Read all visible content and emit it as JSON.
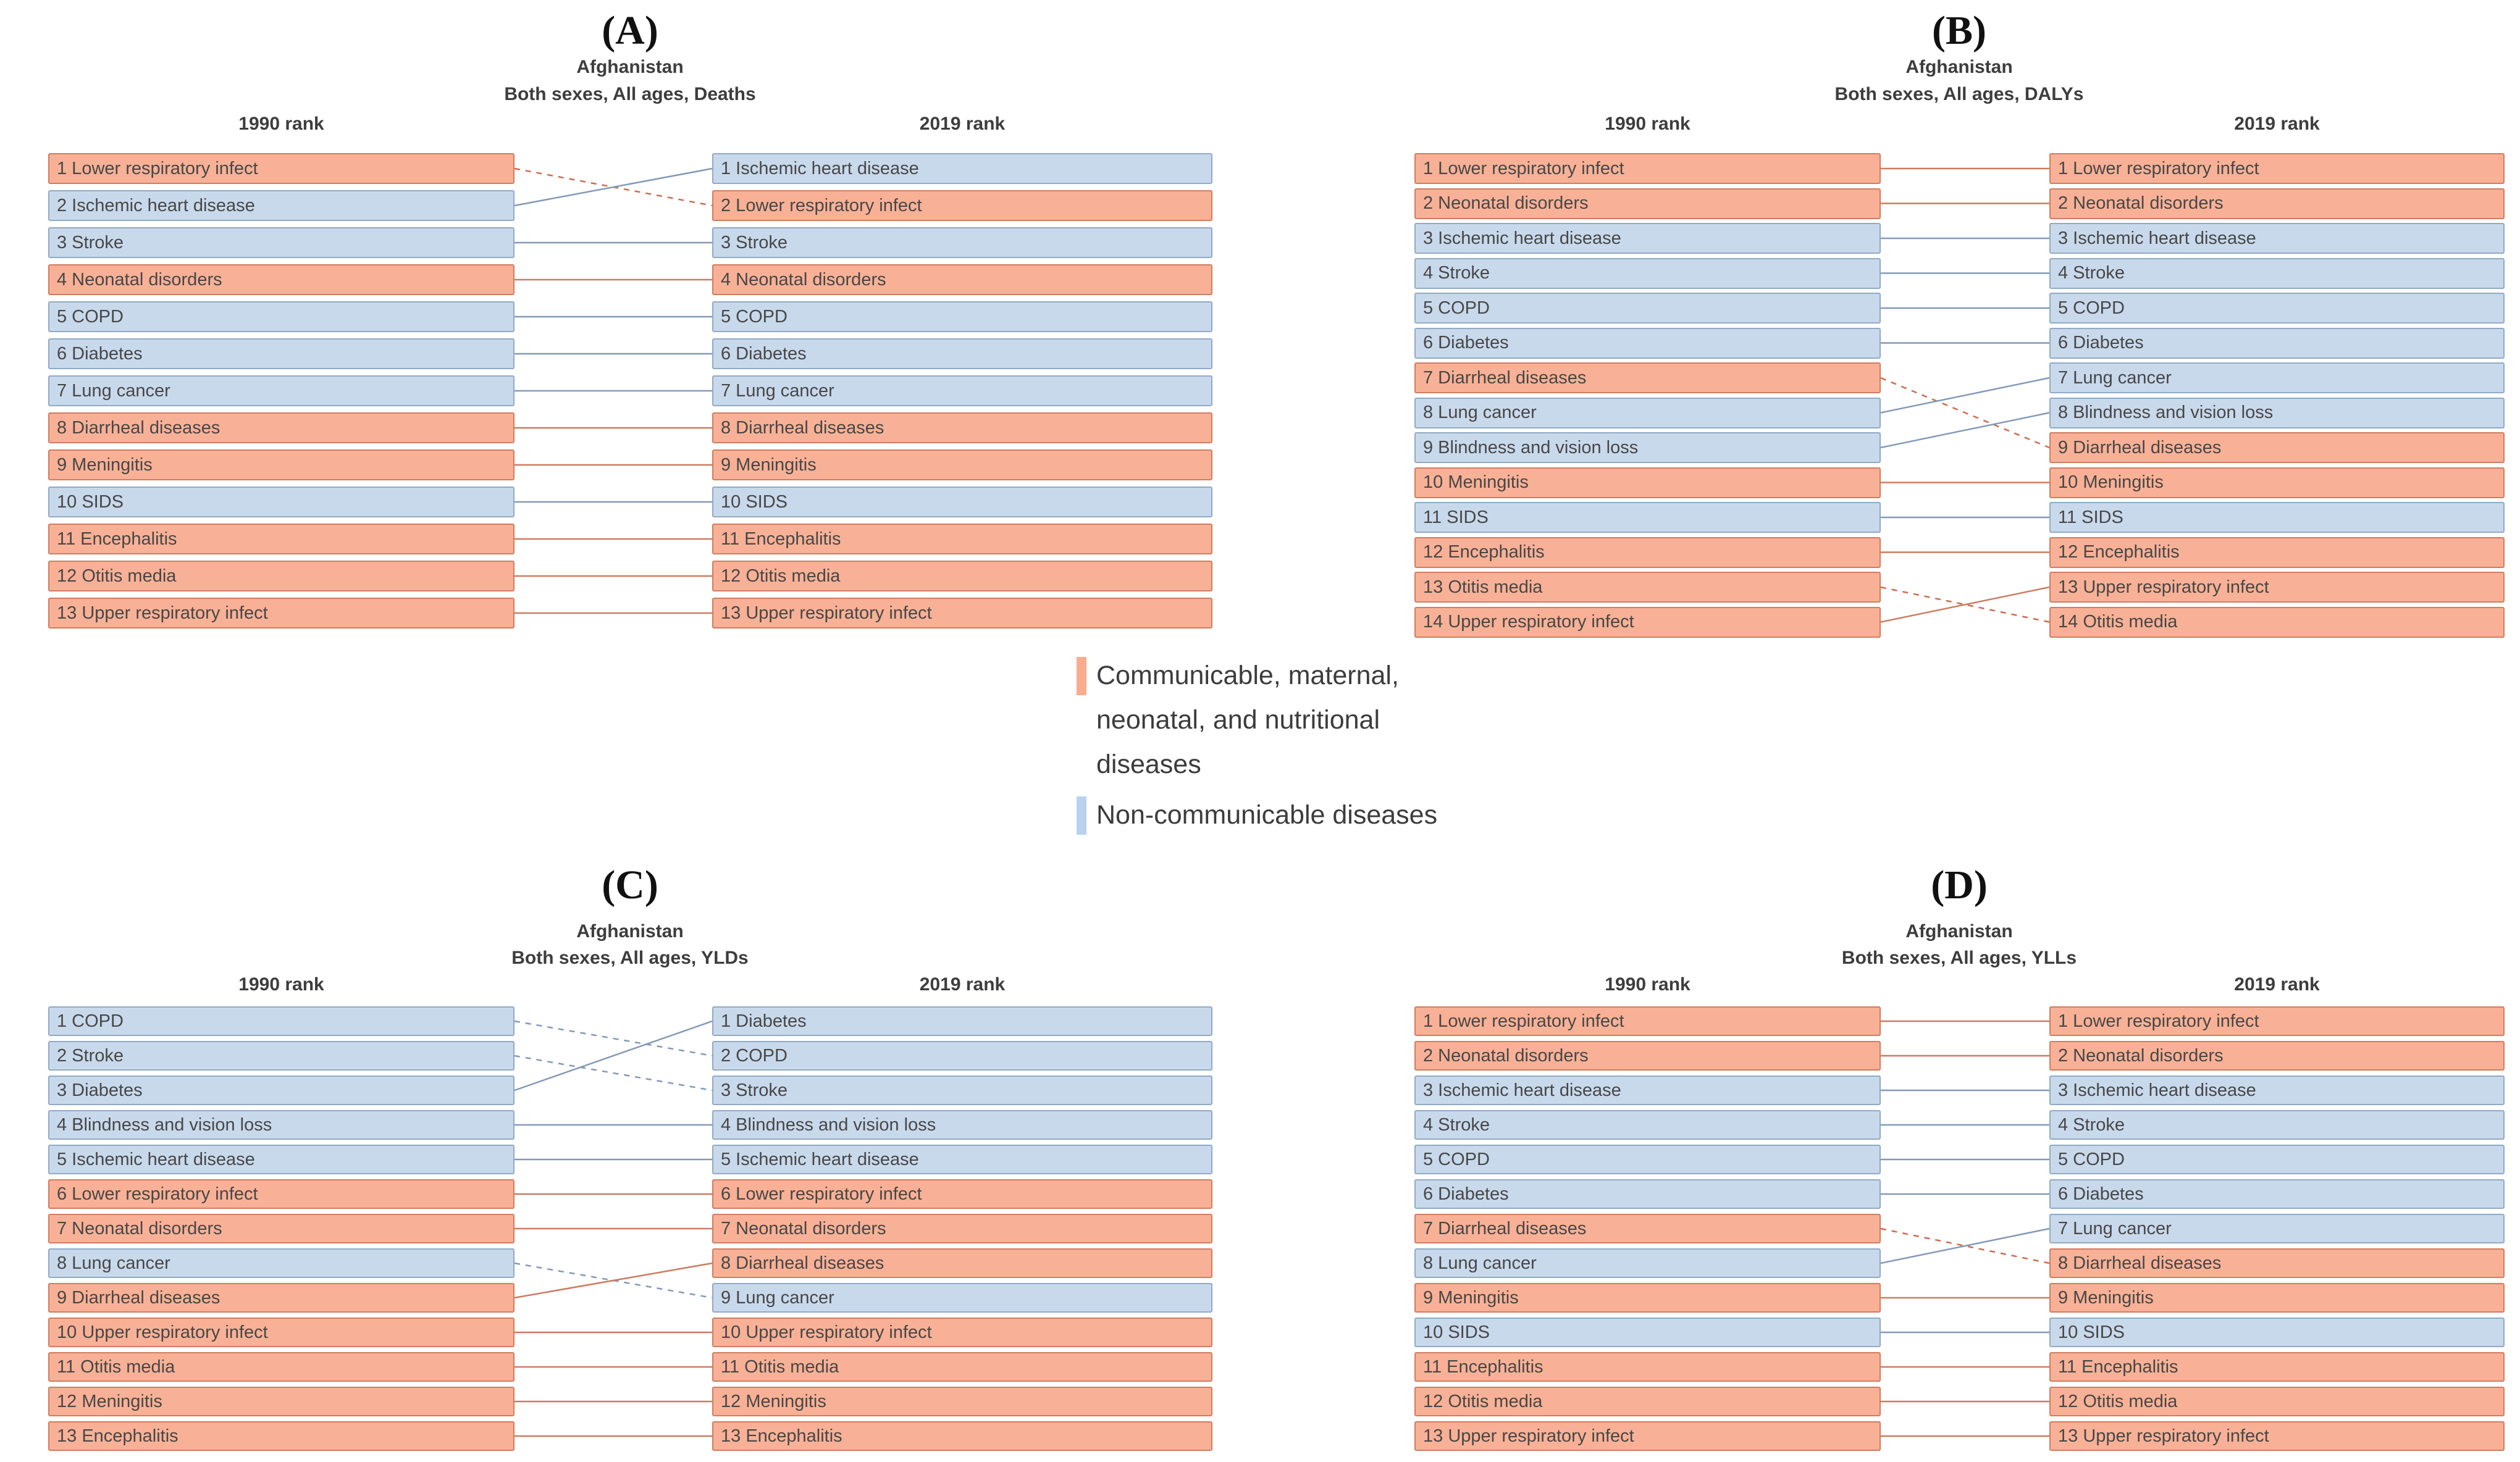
{
  "colors": {
    "cmnn_fill": "#f8b196",
    "cmnn_border": "#cf7d5f",
    "cmnn_line": "#cc7b60",
    "cmnn_line_dashed": "#cd6b4e",
    "ncd_fill": "#c9d9ec",
    "ncd_border": "#90aac4",
    "ncd_line": "#8399b8",
    "text": "#474747",
    "heading": "#3d3d3d",
    "legend_cmnn": "#f9ac8e",
    "legend_ncd": "#b9d2ed"
  },
  "legend": {
    "items": [
      {
        "group": "cmnn",
        "label": "Communicable, maternal, neonatal, and nutritional diseases"
      },
      {
        "group": "ncd",
        "label": "Non-communicable diseases"
      }
    ]
  },
  "chart_data": [
    {
      "type": "table",
      "variant": "rank-slope",
      "panel": "A",
      "panel_label": "(A)",
      "title": "Afghanistan",
      "subtitle": "Both sexes, All ages, Deaths",
      "columns": [
        "1990 rank",
        "2019 rank"
      ],
      "ranks_1990": [
        {
          "rank": 1,
          "cause": "Lower respiratory infect",
          "group": "cmnn"
        },
        {
          "rank": 2,
          "cause": "Ischemic heart disease",
          "group": "ncd"
        },
        {
          "rank": 3,
          "cause": "Stroke",
          "group": "ncd"
        },
        {
          "rank": 4,
          "cause": "Neonatal disorders",
          "group": "cmnn"
        },
        {
          "rank": 5,
          "cause": "COPD",
          "group": "ncd"
        },
        {
          "rank": 6,
          "cause": "Diabetes",
          "group": "ncd"
        },
        {
          "rank": 7,
          "cause": "Lung cancer",
          "group": "ncd"
        },
        {
          "rank": 8,
          "cause": "Diarrheal diseases",
          "group": "cmnn"
        },
        {
          "rank": 9,
          "cause": "Meningitis",
          "group": "cmnn"
        },
        {
          "rank": 10,
          "cause": "SIDS",
          "group": "ncd"
        },
        {
          "rank": 11,
          "cause": "Encephalitis",
          "group": "cmnn"
        },
        {
          "rank": 12,
          "cause": "Otitis media",
          "group": "cmnn"
        },
        {
          "rank": 13,
          "cause": "Upper respiratory infect",
          "group": "cmnn"
        }
      ],
      "ranks_2019": [
        {
          "rank": 1,
          "cause": "Ischemic heart disease",
          "group": "ncd"
        },
        {
          "rank": 2,
          "cause": "Lower respiratory infect",
          "group": "cmnn"
        },
        {
          "rank": 3,
          "cause": "Stroke",
          "group": "ncd"
        },
        {
          "rank": 4,
          "cause": "Neonatal disorders",
          "group": "cmnn"
        },
        {
          "rank": 5,
          "cause": "COPD",
          "group": "ncd"
        },
        {
          "rank": 6,
          "cause": "Diabetes",
          "group": "ncd"
        },
        {
          "rank": 7,
          "cause": "Lung cancer",
          "group": "ncd"
        },
        {
          "rank": 8,
          "cause": "Diarrheal diseases",
          "group": "cmnn"
        },
        {
          "rank": 9,
          "cause": "Meningitis",
          "group": "cmnn"
        },
        {
          "rank": 10,
          "cause": "SIDS",
          "group": "ncd"
        },
        {
          "rank": 11,
          "cause": "Encephalitis",
          "group": "cmnn"
        },
        {
          "rank": 12,
          "cause": "Otitis media",
          "group": "cmnn"
        },
        {
          "rank": 13,
          "cause": "Upper respiratory infect",
          "group": "cmnn"
        }
      ],
      "links": [
        {
          "from": 1,
          "to": 2,
          "group": "cmnn",
          "style": "dashed"
        },
        {
          "from": 2,
          "to": 1,
          "group": "ncd",
          "style": "solid"
        },
        {
          "from": 3,
          "to": 3,
          "group": "ncd",
          "style": "solid"
        },
        {
          "from": 4,
          "to": 4,
          "group": "cmnn",
          "style": "solid"
        },
        {
          "from": 5,
          "to": 5,
          "group": "ncd",
          "style": "solid"
        },
        {
          "from": 6,
          "to": 6,
          "group": "ncd",
          "style": "solid"
        },
        {
          "from": 7,
          "to": 7,
          "group": "ncd",
          "style": "solid"
        },
        {
          "from": 8,
          "to": 8,
          "group": "cmnn",
          "style": "solid"
        },
        {
          "from": 9,
          "to": 9,
          "group": "cmnn",
          "style": "solid"
        },
        {
          "from": 10,
          "to": 10,
          "group": "ncd",
          "style": "solid"
        },
        {
          "from": 11,
          "to": 11,
          "group": "cmnn",
          "style": "solid"
        },
        {
          "from": 12,
          "to": 12,
          "group": "cmnn",
          "style": "solid"
        },
        {
          "from": 13,
          "to": 13,
          "group": "cmnn",
          "style": "solid"
        }
      ]
    },
    {
      "type": "table",
      "variant": "rank-slope",
      "panel": "B",
      "panel_label": "(B)",
      "title": "Afghanistan",
      "subtitle": "Both sexes, All ages, DALYs",
      "columns": [
        "1990 rank",
        "2019 rank"
      ],
      "ranks_1990": [
        {
          "rank": 1,
          "cause": "Lower respiratory infect",
          "group": "cmnn"
        },
        {
          "rank": 2,
          "cause": "Neonatal disorders",
          "group": "cmnn"
        },
        {
          "rank": 3,
          "cause": "Ischemic heart disease",
          "group": "ncd"
        },
        {
          "rank": 4,
          "cause": "Stroke",
          "group": "ncd"
        },
        {
          "rank": 5,
          "cause": "COPD",
          "group": "ncd"
        },
        {
          "rank": 6,
          "cause": "Diabetes",
          "group": "ncd"
        },
        {
          "rank": 7,
          "cause": "Diarrheal diseases",
          "group": "cmnn"
        },
        {
          "rank": 8,
          "cause": "Lung cancer",
          "group": "ncd"
        },
        {
          "rank": 9,
          "cause": "Blindness and vision loss",
          "group": "ncd"
        },
        {
          "rank": 10,
          "cause": "Meningitis",
          "group": "cmnn"
        },
        {
          "rank": 11,
          "cause": "SIDS",
          "group": "ncd"
        },
        {
          "rank": 12,
          "cause": "Encephalitis",
          "group": "cmnn"
        },
        {
          "rank": 13,
          "cause": "Otitis media",
          "group": "cmnn"
        },
        {
          "rank": 14,
          "cause": "Upper respiratory infect",
          "group": "cmnn"
        }
      ],
      "ranks_2019": [
        {
          "rank": 1,
          "cause": "Lower respiratory infect",
          "group": "cmnn"
        },
        {
          "rank": 2,
          "cause": "Neonatal disorders",
          "group": "cmnn"
        },
        {
          "rank": 3,
          "cause": "Ischemic heart disease",
          "group": "ncd"
        },
        {
          "rank": 4,
          "cause": "Stroke",
          "group": "ncd"
        },
        {
          "rank": 5,
          "cause": "COPD",
          "group": "ncd"
        },
        {
          "rank": 6,
          "cause": "Diabetes",
          "group": "ncd"
        },
        {
          "rank": 7,
          "cause": "Lung cancer",
          "group": "ncd"
        },
        {
          "rank": 8,
          "cause": "Blindness and vision loss",
          "group": "ncd"
        },
        {
          "rank": 9,
          "cause": "Diarrheal diseases",
          "group": "cmnn"
        },
        {
          "rank": 10,
          "cause": "Meningitis",
          "group": "cmnn"
        },
        {
          "rank": 11,
          "cause": "SIDS",
          "group": "ncd"
        },
        {
          "rank": 12,
          "cause": "Encephalitis",
          "group": "cmnn"
        },
        {
          "rank": 13,
          "cause": "Upper respiratory infect",
          "group": "cmnn"
        },
        {
          "rank": 14,
          "cause": "Otitis media",
          "group": "cmnn"
        }
      ],
      "links": [
        {
          "from": 1,
          "to": 1,
          "group": "cmnn",
          "style": "solid"
        },
        {
          "from": 2,
          "to": 2,
          "group": "cmnn",
          "style": "solid"
        },
        {
          "from": 3,
          "to": 3,
          "group": "ncd",
          "style": "solid"
        },
        {
          "from": 4,
          "to": 4,
          "group": "ncd",
          "style": "solid"
        },
        {
          "from": 5,
          "to": 5,
          "group": "ncd",
          "style": "solid"
        },
        {
          "from": 6,
          "to": 6,
          "group": "ncd",
          "style": "solid"
        },
        {
          "from": 7,
          "to": 9,
          "group": "cmnn",
          "style": "dashed"
        },
        {
          "from": 8,
          "to": 7,
          "group": "ncd",
          "style": "solid"
        },
        {
          "from": 9,
          "to": 8,
          "group": "ncd",
          "style": "solid"
        },
        {
          "from": 10,
          "to": 10,
          "group": "cmnn",
          "style": "solid"
        },
        {
          "from": 11,
          "to": 11,
          "group": "ncd",
          "style": "solid"
        },
        {
          "from": 12,
          "to": 12,
          "group": "cmnn",
          "style": "solid"
        },
        {
          "from": 13,
          "to": 14,
          "group": "cmnn",
          "style": "dashed"
        },
        {
          "from": 14,
          "to": 13,
          "group": "cmnn",
          "style": "solid"
        }
      ]
    },
    {
      "type": "table",
      "variant": "rank-slope",
      "panel": "C",
      "panel_label": "(C)",
      "title": "Afghanistan",
      "subtitle": "Both sexes, All ages, YLDs",
      "columns": [
        "1990 rank",
        "2019 rank"
      ],
      "ranks_1990": [
        {
          "rank": 1,
          "cause": "COPD",
          "group": "ncd"
        },
        {
          "rank": 2,
          "cause": "Stroke",
          "group": "ncd"
        },
        {
          "rank": 3,
          "cause": "Diabetes",
          "group": "ncd"
        },
        {
          "rank": 4,
          "cause": "Blindness and vision loss",
          "group": "ncd"
        },
        {
          "rank": 5,
          "cause": "Ischemic heart disease",
          "group": "ncd"
        },
        {
          "rank": 6,
          "cause": "Lower respiratory infect",
          "group": "cmnn"
        },
        {
          "rank": 7,
          "cause": "Neonatal disorders",
          "group": "cmnn"
        },
        {
          "rank": 8,
          "cause": "Lung cancer",
          "group": "ncd"
        },
        {
          "rank": 9,
          "cause": "Diarrheal diseases",
          "group": "cmnn"
        },
        {
          "rank": 10,
          "cause": "Upper respiratory infect",
          "group": "cmnn"
        },
        {
          "rank": 11,
          "cause": "Otitis media",
          "group": "cmnn"
        },
        {
          "rank": 12,
          "cause": "Meningitis",
          "group": "cmnn"
        },
        {
          "rank": 13,
          "cause": "Encephalitis",
          "group": "cmnn"
        }
      ],
      "ranks_2019": [
        {
          "rank": 1,
          "cause": "Diabetes",
          "group": "ncd"
        },
        {
          "rank": 2,
          "cause": "COPD",
          "group": "ncd"
        },
        {
          "rank": 3,
          "cause": "Stroke",
          "group": "ncd"
        },
        {
          "rank": 4,
          "cause": "Blindness and vision loss",
          "group": "ncd"
        },
        {
          "rank": 5,
          "cause": "Ischemic heart disease",
          "group": "ncd"
        },
        {
          "rank": 6,
          "cause": "Lower respiratory infect",
          "group": "cmnn"
        },
        {
          "rank": 7,
          "cause": "Neonatal disorders",
          "group": "cmnn"
        },
        {
          "rank": 8,
          "cause": "Diarrheal diseases",
          "group": "cmnn"
        },
        {
          "rank": 9,
          "cause": "Lung cancer",
          "group": "ncd"
        },
        {
          "rank": 10,
          "cause": "Upper respiratory infect",
          "group": "cmnn"
        },
        {
          "rank": 11,
          "cause": "Otitis media",
          "group": "cmnn"
        },
        {
          "rank": 12,
          "cause": "Meningitis",
          "group": "cmnn"
        },
        {
          "rank": 13,
          "cause": "Encephalitis",
          "group": "cmnn"
        }
      ],
      "links": [
        {
          "from": 1,
          "to": 2,
          "group": "ncd",
          "style": "dashed"
        },
        {
          "from": 2,
          "to": 3,
          "group": "ncd",
          "style": "dashed"
        },
        {
          "from": 3,
          "to": 1,
          "group": "ncd",
          "style": "solid"
        },
        {
          "from": 4,
          "to": 4,
          "group": "ncd",
          "style": "solid"
        },
        {
          "from": 5,
          "to": 5,
          "group": "ncd",
          "style": "solid"
        },
        {
          "from": 6,
          "to": 6,
          "group": "cmnn",
          "style": "solid"
        },
        {
          "from": 7,
          "to": 7,
          "group": "cmnn",
          "style": "solid"
        },
        {
          "from": 8,
          "to": 9,
          "group": "ncd",
          "style": "dashed"
        },
        {
          "from": 9,
          "to": 8,
          "group": "cmnn",
          "style": "solid"
        },
        {
          "from": 10,
          "to": 10,
          "group": "cmnn",
          "style": "solid"
        },
        {
          "from": 11,
          "to": 11,
          "group": "cmnn",
          "style": "solid"
        },
        {
          "from": 12,
          "to": 12,
          "group": "cmnn",
          "style": "solid"
        },
        {
          "from": 13,
          "to": 13,
          "group": "cmnn",
          "style": "solid"
        }
      ]
    },
    {
      "type": "table",
      "variant": "rank-slope",
      "panel": "D",
      "panel_label": "(D)",
      "title": "Afghanistan",
      "subtitle": "Both sexes, All ages, YLLs",
      "columns": [
        "1990 rank",
        "2019 rank"
      ],
      "ranks_1990": [
        {
          "rank": 1,
          "cause": "Lower respiratory infect",
          "group": "cmnn"
        },
        {
          "rank": 2,
          "cause": "Neonatal disorders",
          "group": "cmnn"
        },
        {
          "rank": 3,
          "cause": "Ischemic heart disease",
          "group": "ncd"
        },
        {
          "rank": 4,
          "cause": "Stroke",
          "group": "ncd"
        },
        {
          "rank": 5,
          "cause": "COPD",
          "group": "ncd"
        },
        {
          "rank": 6,
          "cause": "Diabetes",
          "group": "ncd"
        },
        {
          "rank": 7,
          "cause": "Diarrheal diseases",
          "group": "cmnn"
        },
        {
          "rank": 8,
          "cause": "Lung cancer",
          "group": "ncd"
        },
        {
          "rank": 9,
          "cause": "Meningitis",
          "group": "cmnn"
        },
        {
          "rank": 10,
          "cause": "SIDS",
          "group": "ncd"
        },
        {
          "rank": 11,
          "cause": "Encephalitis",
          "group": "cmnn"
        },
        {
          "rank": 12,
          "cause": "Otitis media",
          "group": "cmnn"
        },
        {
          "rank": 13,
          "cause": "Upper respiratory infect",
          "group": "cmnn"
        }
      ],
      "ranks_2019": [
        {
          "rank": 1,
          "cause": "Lower respiratory infect",
          "group": "cmnn"
        },
        {
          "rank": 2,
          "cause": "Neonatal disorders",
          "group": "cmnn"
        },
        {
          "rank": 3,
          "cause": "Ischemic heart disease",
          "group": "ncd"
        },
        {
          "rank": 4,
          "cause": "Stroke",
          "group": "ncd"
        },
        {
          "rank": 5,
          "cause": "COPD",
          "group": "ncd"
        },
        {
          "rank": 6,
          "cause": "Diabetes",
          "group": "ncd"
        },
        {
          "rank": 7,
          "cause": "Lung cancer",
          "group": "ncd"
        },
        {
          "rank": 8,
          "cause": "Diarrheal diseases",
          "group": "cmnn"
        },
        {
          "rank": 9,
          "cause": "Meningitis",
          "group": "cmnn"
        },
        {
          "rank": 10,
          "cause": "SIDS",
          "group": "ncd"
        },
        {
          "rank": 11,
          "cause": "Encephalitis",
          "group": "cmnn"
        },
        {
          "rank": 12,
          "cause": "Otitis media",
          "group": "cmnn"
        },
        {
          "rank": 13,
          "cause": "Upper respiratory infect",
          "group": "cmnn"
        }
      ],
      "links": [
        {
          "from": 1,
          "to": 1,
          "group": "cmnn",
          "style": "solid"
        },
        {
          "from": 2,
          "to": 2,
          "group": "cmnn",
          "style": "solid"
        },
        {
          "from": 3,
          "to": 3,
          "group": "ncd",
          "style": "solid"
        },
        {
          "from": 4,
          "to": 4,
          "group": "ncd",
          "style": "solid"
        },
        {
          "from": 5,
          "to": 5,
          "group": "ncd",
          "style": "solid"
        },
        {
          "from": 6,
          "to": 6,
          "group": "ncd",
          "style": "solid"
        },
        {
          "from": 7,
          "to": 8,
          "group": "cmnn",
          "style": "dashed"
        },
        {
          "from": 8,
          "to": 7,
          "group": "ncd",
          "style": "solid"
        },
        {
          "from": 9,
          "to": 9,
          "group": "cmnn",
          "style": "solid"
        },
        {
          "from": 10,
          "to": 10,
          "group": "ncd",
          "style": "solid"
        },
        {
          "from": 11,
          "to": 11,
          "group": "cmnn",
          "style": "solid"
        },
        {
          "from": 12,
          "to": 12,
          "group": "cmnn",
          "style": "solid"
        },
        {
          "from": 13,
          "to": 13,
          "group": "cmnn",
          "style": "solid"
        }
      ]
    }
  ]
}
